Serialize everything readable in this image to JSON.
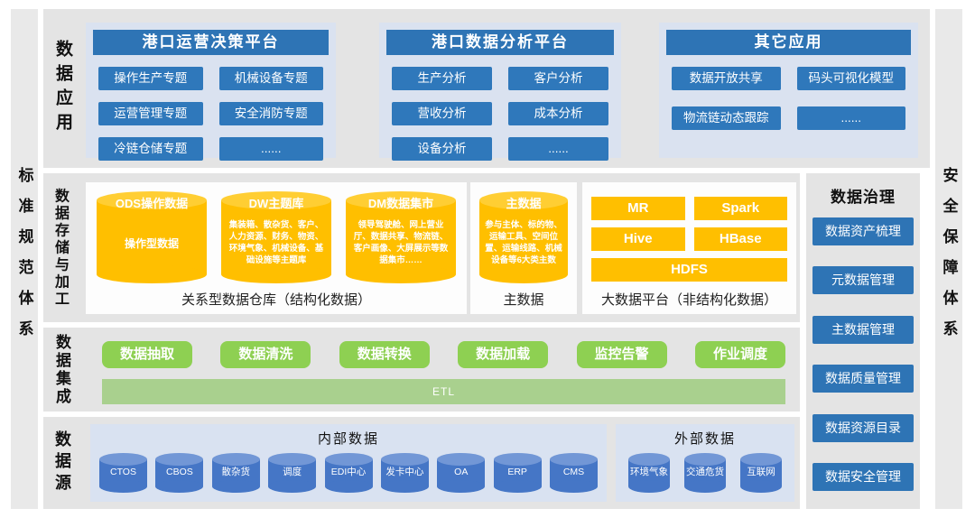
{
  "pillars": {
    "left": "标准规范体系",
    "right": "安全保障体系"
  },
  "apps": {
    "label": "数据应用",
    "platforms": [
      {
        "title": "港口运营决策平台",
        "items": [
          "操作生产专题",
          "机械设备专题",
          "运营管理专题",
          "安全消防专题",
          "冷链仓储专题",
          "......"
        ]
      },
      {
        "title": "港口数据分析平台",
        "items": [
          "生产分析",
          "客户分析",
          "营收分析",
          "成本分析",
          "设备分析",
          "......"
        ]
      },
      {
        "title": "其它应用",
        "items": [
          "数据开放共享",
          "码头可视化模型",
          "物流链动态跟踪",
          "......"
        ]
      }
    ]
  },
  "storage": {
    "label": "数据存储与加工",
    "warehouse": {
      "caption": "关系型数据仓库（结构化数据）",
      "cylinders": [
        {
          "title": "ODS操作数据",
          "body": "操作型数据"
        },
        {
          "title": "DW主题库",
          "body": "集装箱、散杂货、客户、人力资源、财务、物资、环境气象、机械设备、基础设施等主题库"
        },
        {
          "title": "DM数据集市",
          "body": "领导驾驶舱、网上营业厅、数据共享、物流链、客户画像、大屏展示等数据集市……"
        }
      ]
    },
    "master": {
      "caption": "主数据",
      "cylinder": {
        "title": "主数据",
        "body": "参与主体、标的物、运输工具、空间位置、运输线路、机械设备等6大类主数"
      }
    },
    "bigdata": {
      "caption": "大数据平台（非结构化数据）",
      "boxes": [
        "MR",
        "Spark",
        "Hive",
        "HBase"
      ],
      "hdfs": "HDFS"
    }
  },
  "integration": {
    "label": "数据集成",
    "steps": [
      "数据抽取",
      "数据清洗",
      "数据转换",
      "数据加载",
      "监控告警",
      "作业调度"
    ],
    "etl": "ETL"
  },
  "sources": {
    "label": "数据源",
    "internal": {
      "title": "内部数据",
      "items": [
        "CTOS",
        "CBOS",
        "散杂货",
        "调度",
        "EDI中心",
        "发卡中心",
        "OA",
        "ERP",
        "CMS"
      ]
    },
    "external": {
      "title": "外部数据",
      "items": [
        "环境气象",
        "交通危货",
        "互联网"
      ]
    }
  },
  "governance": {
    "title": "数据治理",
    "items": [
      "数据资产梳理",
      "元数据管理",
      "主数据管理",
      "数据质量管理",
      "数据资源目录",
      "数据安全管理"
    ]
  },
  "colors": {
    "header_blue": "#2E74B5",
    "item_blue": "#2F78BB",
    "panel_blue_bg": "#DAE2F0",
    "gold": "#FFC000",
    "green": "#8ED052",
    "etl_green": "#A9D08E",
    "source_blue": "#4576C6",
    "band_gray": "#E4E4E4"
  }
}
